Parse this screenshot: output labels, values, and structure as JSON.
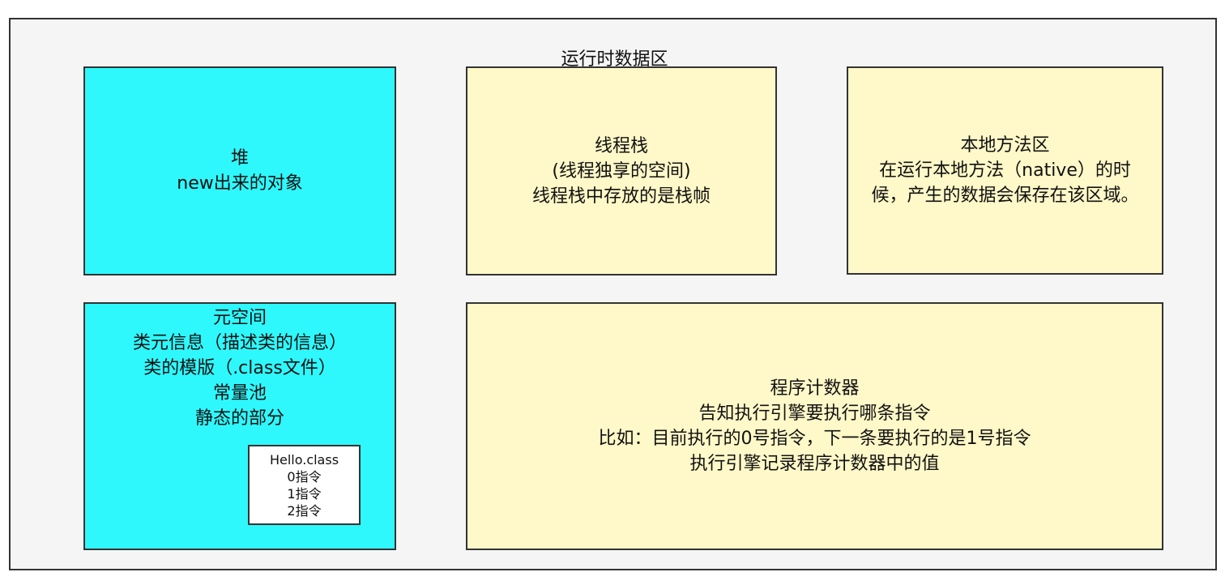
{
  "runtime_area": {
    "title": "运行时数据区"
  },
  "heap": {
    "lines": [
      "堆",
      "new出来的对象"
    ],
    "fill": "#2ef8fc"
  },
  "thread_stack": {
    "lines": [
      "线程栈",
      "(线程独享的空间)",
      "线程栈中存放的是栈帧"
    ],
    "fill": "#fff8c8"
  },
  "native_method_area": {
    "lines": [
      "本地方法区",
      "在运行本地方法（native）的时候，产生的数据会保存在该区域。"
    ],
    "fill": "#fff8c8"
  },
  "metaspace": {
    "lines": [
      "元空间",
      "类元信息（描述类的信息）",
      "类的模版（.class文件）",
      "常量池",
      "静态的部分"
    ],
    "fill": "#2ef8fc"
  },
  "hello_class": {
    "lines": [
      "Hello.class",
      "0指令",
      "1指令",
      "2指令"
    ],
    "fill": "#ffffff"
  },
  "program_counter": {
    "lines": [
      "程序计数器",
      "告知执行引擎要执行哪条指令",
      "比如：目前执行的0号指令，下一条要执行的是1号指令",
      "执行引擎记录程序计数器中的值"
    ],
    "fill": "#fff8c8"
  }
}
